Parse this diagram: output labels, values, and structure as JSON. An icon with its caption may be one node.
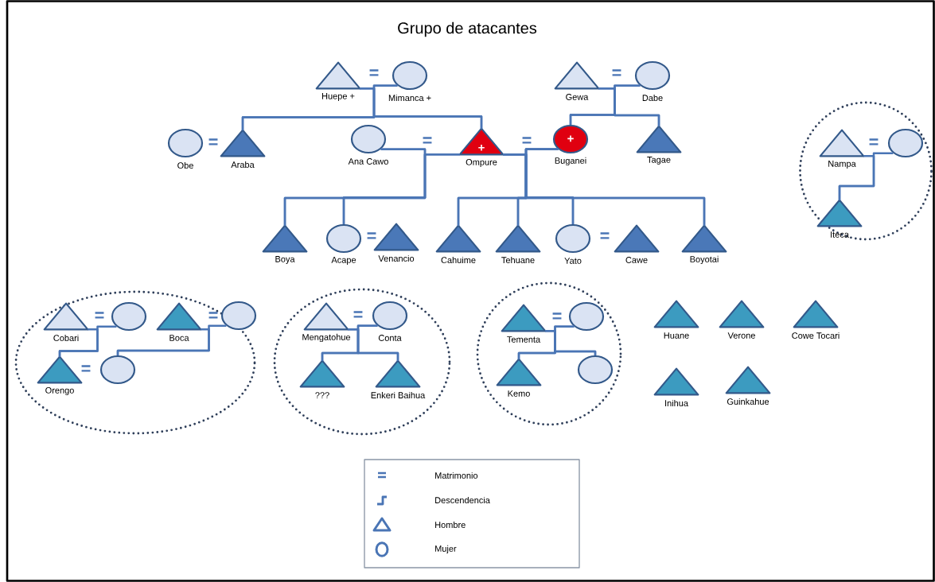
{
  "diagram": {
    "title": "Grupo de atacantes",
    "nodes": [
      {
        "text": [],
        "shape": "triangle",
        "beside": [
          "Huepe +"
        ]
      },
      {
        "text": [],
        "shape": "circle",
        "beside": [
          "Mimanca +"
        ]
      },
      {
        "text": [],
        "shape": "triangle",
        "beside": [
          "Gewa"
        ]
      },
      {
        "text": [],
        "shape": "circle",
        "beside": [
          "Dabe"
        ]
      },
      {
        "text": [],
        "shape": "circle",
        "beside": [
          "Obe"
        ]
      },
      {
        "text": [],
        "shape": "triangle",
        "beside": [
          "Araba"
        ]
      },
      {
        "text": [],
        "shape": "circle",
        "beside": [
          "Ana Cawo"
        ]
      },
      {
        "text": [
          "+"
        ],
        "beside": [
          "Ompure"
        ]
      },
      {
        "text": [
          "+"
        ],
        "beside": [
          "Buganei"
        ]
      },
      {
        "text": [],
        "shape": "triangle",
        "beside": [
          "Tagae"
        ]
      },
      {
        "text": [],
        "shape": "ellipse"
      },
      {
        "text": [],
        "shape": "triangle",
        "beside": [
          "Nampa"
        ],
        "in": 10
      },
      {
        "text": [],
        "shape": "circle",
        "in": 10
      },
      {
        "text": [],
        "shape": "triangle",
        "beside": [
          "Iteca"
        ],
        "in": 10
      },
      {
        "text": [],
        "shape": "triangle",
        "beside": [
          "Boya"
        ]
      },
      {
        "text": [],
        "shape": "circle",
        "beside": [
          "Acape"
        ]
      },
      {
        "text": [],
        "shape": "triangle",
        "beside": [
          "Venancio"
        ]
      },
      {
        "text": [],
        "shape": "triangle",
        "beside": [
          "Cahuime"
        ]
      },
      {
        "text": [],
        "shape": "triangle",
        "beside": [
          "Tehuane"
        ]
      },
      {
        "text": [],
        "shape": "circle",
        "beside": [
          "Yato"
        ]
      },
      {
        "text": [],
        "shape": "triangle",
        "beside": [
          "Cawe"
        ]
      },
      {
        "text": [],
        "shape": "triangle",
        "beside": [
          "Boyotai"
        ]
      },
      {
        "text": [],
        "shape": "ellipse"
      },
      {
        "text": [],
        "shape": "triangle",
        "beside": [
          "Cobari"
        ],
        "in": 22
      },
      {
        "text": [],
        "shape": "circle",
        "in": 22
      },
      {
        "text": [],
        "shape": "triangle",
        "beside": [
          "Boca"
        ],
        "in": 22
      },
      {
        "text": [],
        "shape": "circle",
        "in": 22
      },
      {
        "text": [],
        "shape": "triangle",
        "beside": [
          "Orengo"
        ],
        "in": 22
      },
      {
        "text": [],
        "shape": "circle",
        "in": 22
      },
      {
        "text": [],
        "shape": "ellipse"
      },
      {
        "text": [],
        "shape": "triangle",
        "beside": [
          "Mengatohue"
        ],
        "in": 29
      },
      {
        "text": [],
        "shape": "circle",
        "beside": [
          "Conta"
        ],
        "in": 29
      },
      {
        "text": [],
        "shape": "triangle",
        "beside": [
          "???"
        ],
        "in": 29
      },
      {
        "text": [],
        "shape": "triangle",
        "beside": [
          "Enkeri Baihua"
        ],
        "in": 29
      },
      {
        "text": [],
        "shape": "ellipse"
      },
      {
        "text": [],
        "shape": "triangle",
        "beside": [
          "Tementa"
        ],
        "in": 34
      },
      {
        "text": [],
        "shape": "circle",
        "in": 34
      },
      {
        "text": [],
        "shape": "triangle",
        "beside": [
          "Kemo"
        ],
        "in": 34
      },
      {
        "text": [],
        "shape": "circle",
        "in": 34
      },
      {
        "text": [],
        "shape": "triangle",
        "beside": [
          "Huane"
        ]
      },
      {
        "text": [],
        "shape": "triangle",
        "beside": [
          "Verone"
        ]
      },
      {
        "text": [],
        "shape": "triangle",
        "beside": [
          "Cowe Tocari"
        ]
      },
      {
        "text": [],
        "shape": "triangle",
        "beside": [
          "Inihua"
        ]
      },
      {
        "text": [],
        "shape": "triangle",
        "beside": [
          "Guinkahue"
        ]
      }
    ],
    "edges": [
      {
        "from": 0,
        "to": 5,
        "arrow": "none"
      },
      {
        "from": 1,
        "to": 5,
        "arrow": "none"
      },
      {
        "from": 0,
        "to": 7,
        "arrow": "none"
      },
      {
        "from": 1,
        "to": 7,
        "arrow": "none"
      },
      {
        "from": 2,
        "to": 8,
        "arrow": "none"
      },
      {
        "from": 3,
        "to": 8,
        "arrow": "none"
      },
      {
        "from": 2,
        "to": 9,
        "arrow": "none"
      },
      {
        "from": 3,
        "to": 9,
        "arrow": "none"
      },
      {
        "from": 6,
        "to": 14,
        "arrow": "none"
      },
      {
        "from": 7,
        "to": 14,
        "arrow": "none"
      },
      {
        "from": 6,
        "to": 15,
        "arrow": "none"
      },
      {
        "from": 7,
        "to": 15,
        "arrow": "none"
      },
      {
        "from": 7,
        "to": 17,
        "arrow": "none"
      },
      {
        "from": 8,
        "to": 17,
        "arrow": "none"
      },
      {
        "from": 7,
        "to": 18,
        "arrow": "none"
      },
      {
        "from": 8,
        "to": 18,
        "arrow": "none"
      },
      {
        "from": 7,
        "to": 19,
        "arrow": "none"
      },
      {
        "from": 8,
        "to": 19,
        "arrow": "none"
      },
      {
        "from": 7,
        "to": 21,
        "arrow": "none"
      },
      {
        "from": 8,
        "to": 21,
        "arrow": "none"
      },
      {
        "from": 11,
        "to": 13,
        "arrow": "none"
      },
      {
        "from": 12,
        "to": 13,
        "arrow": "none"
      },
      {
        "from": 23,
        "to": 27,
        "arrow": "none"
      },
      {
        "from": 24,
        "to": 27,
        "arrow": "none"
      },
      {
        "from": 25,
        "to": 28,
        "arrow": "none"
      },
      {
        "from": 26,
        "to": 28,
        "arrow": "none"
      },
      {
        "from": 30,
        "to": 32,
        "arrow": "none"
      },
      {
        "from": 31,
        "to": 32,
        "arrow": "none"
      },
      {
        "from": 30,
        "to": 33,
        "arrow": "none"
      },
      {
        "from": 31,
        "to": 33,
        "arrow": "none"
      },
      {
        "from": 35,
        "to": 37,
        "arrow": "none"
      },
      {
        "from": 36,
        "to": 37,
        "arrow": "none"
      },
      {
        "from": 35,
        "to": 38,
        "arrow": "none"
      },
      {
        "from": 36,
        "to": 38,
        "arrow": "none"
      }
    ],
    "labels": [
      "=",
      "=",
      "=",
      "=",
      "=",
      "=",
      "=",
      "=",
      "=",
      "=",
      "=",
      "=",
      "="
    ],
    "legend": [
      {
        "text": "Matrimonio"
      },
      {
        "text": "Descendencia"
      },
      {
        "text": "Hombre"
      },
      {
        "text": "Mujer"
      }
    ]
  }
}
